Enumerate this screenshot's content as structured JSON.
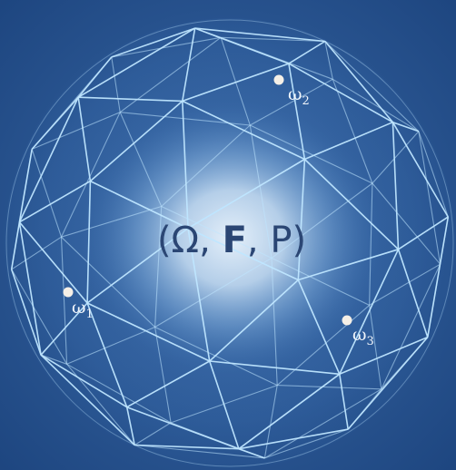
{
  "diagram": {
    "title_open": "(Ω, ",
    "title_bold": "F",
    "title_close": ", P)",
    "outcomes": [
      {
        "symbol": "ω",
        "index": "1"
      },
      {
        "symbol": "ω",
        "index": "2"
      },
      {
        "symbol": "ω",
        "index": "3"
      }
    ]
  },
  "colors": {
    "background": "#24508f",
    "wire": "#bfe6ff",
    "glow": "#e8f2fb",
    "title": "#2b4674",
    "point": "#f5efe6",
    "label": "#f2f6fb"
  }
}
